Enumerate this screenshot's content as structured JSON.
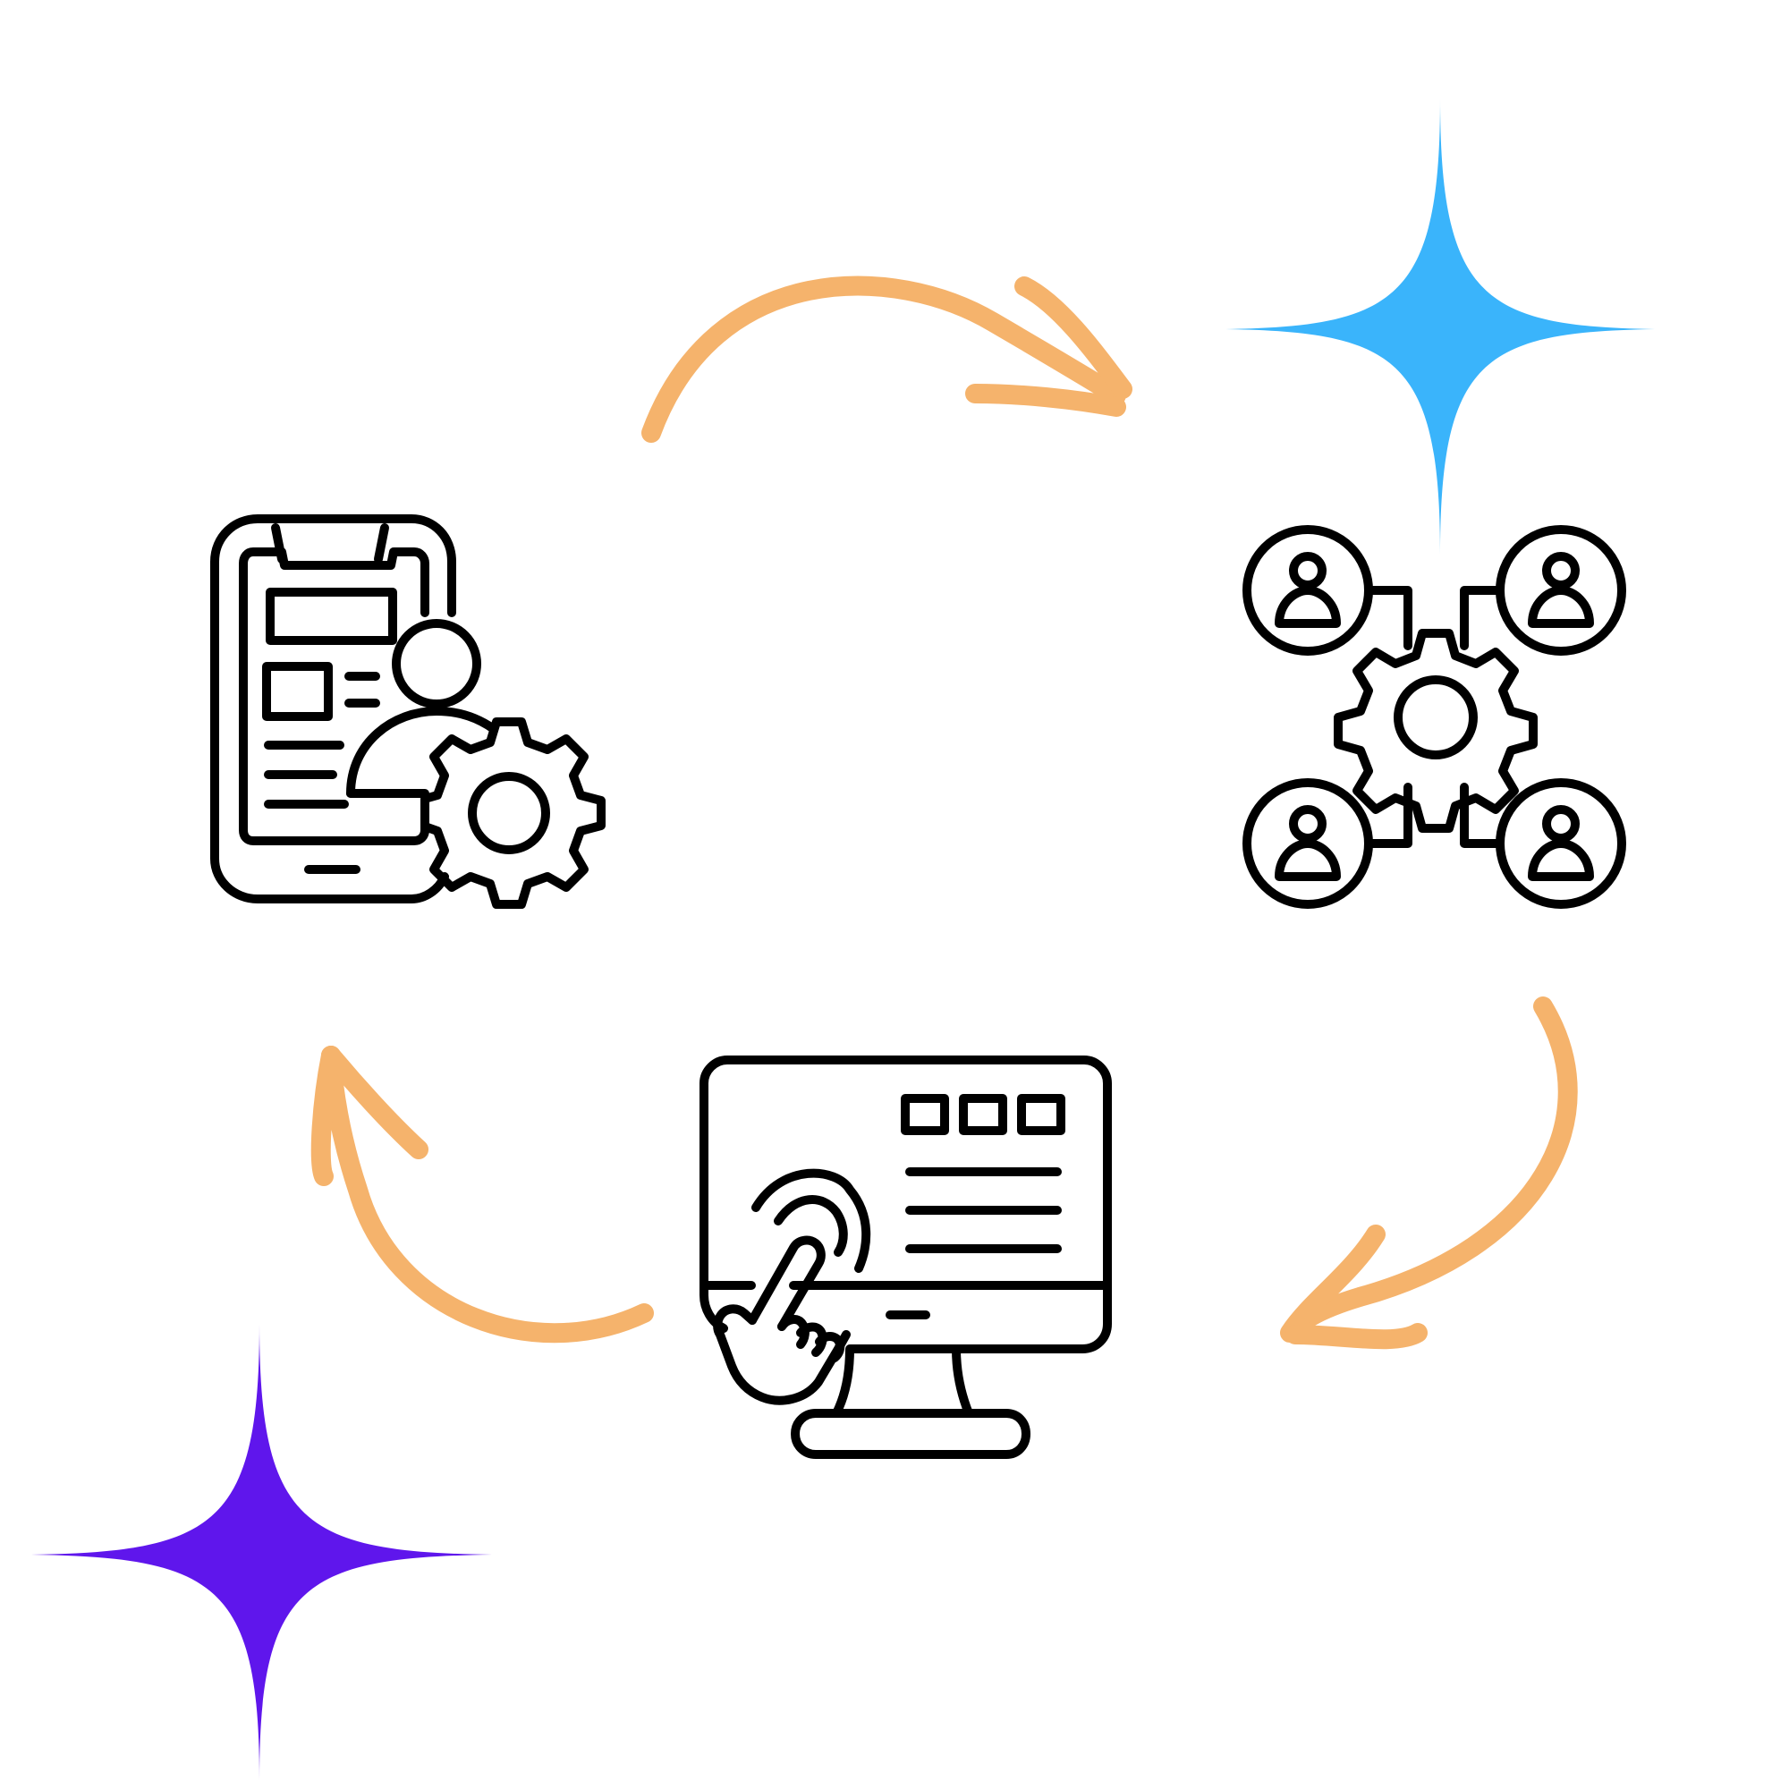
{
  "colors": {
    "background": "#ffffff",
    "icon_stroke": "#000000",
    "arrow": "#f5b36c",
    "sparkle_top_right": "#3ab4fb",
    "sparkle_bottom_left": "#5f16ec"
  },
  "nodes": [
    {
      "id": "mobile-settings",
      "icon": "mobile-app-settings-icon"
    },
    {
      "id": "team-network",
      "icon": "team-network-gear-icon"
    },
    {
      "id": "desktop-touch",
      "icon": "desktop-touch-screen-icon"
    }
  ],
  "connectors": [
    {
      "from": "mobile-settings",
      "to": "team-network",
      "icon": "curved-arrow-right-icon"
    },
    {
      "from": "team-network",
      "to": "desktop-touch",
      "icon": "curved-arrow-down-left-icon"
    },
    {
      "from": "desktop-touch",
      "to": "mobile-settings",
      "icon": "curved-arrow-up-icon"
    }
  ],
  "decorations": [
    {
      "icon": "sparkle-star-icon",
      "color": "#3ab4fb"
    },
    {
      "icon": "sparkle-star-icon",
      "color": "#5f16ec"
    }
  ]
}
